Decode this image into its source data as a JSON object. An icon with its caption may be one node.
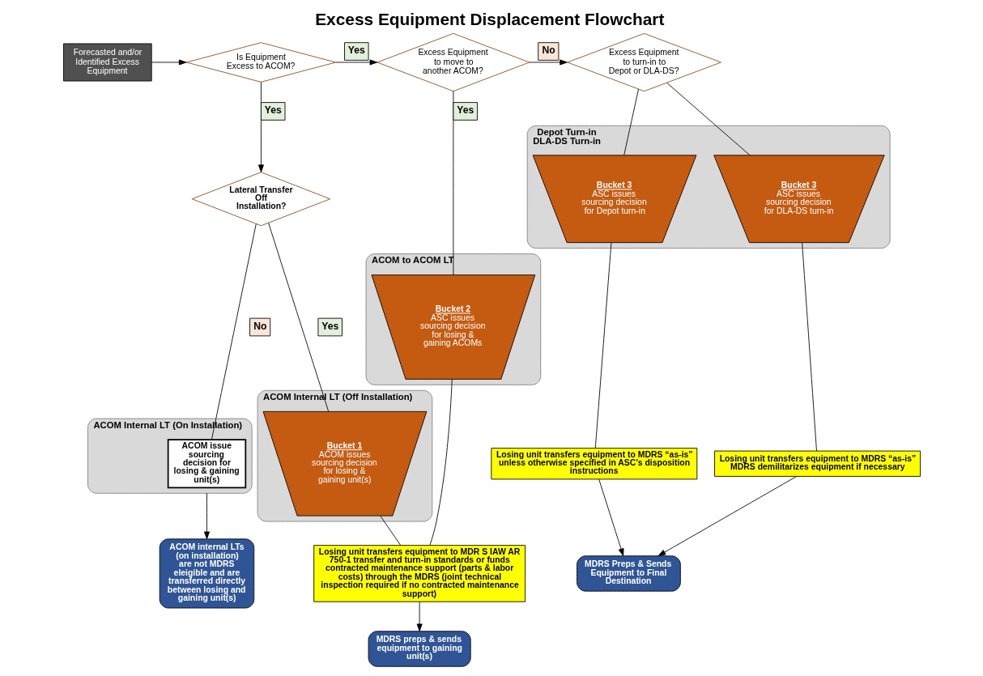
{
  "diagram": {
    "title": "Excess Equipment Displacement Flowchart",
    "nodes": [
      {
        "text": [
          "Forecasted and/or Identified Excess Equipment"
        ]
      },
      {
        "text": [
          "Is Equipment Excess to ACOM?"
        ]
      },
      {
        "text": [
          "Excess Equipment to move to another ACOM?"
        ]
      },
      {
        "text": [
          "Excess Equipment to turn-in to Depot or DLA-DS?"
        ]
      },
      {
        "text": [
          "ACOM Internal LT (On Installation)"
        ]
      },
      {
        "text": [
          "Lateral Transfer Off Installation?"
        ]
      },
      {
        "text": [
          "ACOM issue sourcing decision for losing & gaining unit(s)"
        ],
        "in": 4
      },
      {
        "text": [
          "ACOM Internal LT (Off Installation)"
        ]
      },
      {
        "text": [
          "Bucket 1",
          "ACOM issues sourcing decision for losing & gaining unit(s)"
        ],
        "in": 7
      },
      {
        "text": [
          "ACOM to ACOM LT"
        ]
      },
      {
        "text": [
          "Bucket 2",
          "ASC issues sourcing decision for losing & gaining ACOMs"
        ],
        "in": 9
      },
      {
        "text": [
          "Depot Turn-in",
          "DLA-DS Turn-in"
        ]
      },
      {
        "text": [
          "Bucket 3",
          "ASC issues sourcing decision for Depot turn-in"
        ],
        "in": 11
      },
      {
        "text": [
          "Bucket 3",
          "ASC issues sourcing decision for DLA-DS turn-in"
        ],
        "in": 11
      },
      {
        "text": [
          "Losing unit transfers equipment to MDR S IAW AR 750-1 transfer and turn-in standards or funds contracted maintenance support (parts & labor costs) through the MDRS (joint technical inspection required if no contracted maintenance support)"
        ]
      },
      {
        "text": [
          "Losing unit transfers equipment to MDRS “as-is” unless otherwise specified in ASC’s disposition instructions"
        ]
      },
      {
        "text": [
          "Losing unit transfers equipment to MDRS “as-is” MDRS demilitarizes equipment if necessary"
        ]
      },
      {
        "text": [
          "ACOM internal LTs (on installation) are not MDRS eleigible and are transferred directly between losing and gaining unit(s)"
        ]
      },
      {
        "text": [
          "MDRS preps & sends equipment to gaining unit(s)"
        ]
      },
      {
        "text": [
          "MDRS Preps & Sends Equipment to Final Destination"
        ]
      }
    ],
    "edges": [
      {
        "from": 0,
        "to": 1,
        "arrow": "to"
      },
      {
        "from": 1,
        "to": 2,
        "arrow": "to",
        "label": "Yes"
      },
      {
        "from": 2,
        "to": 3,
        "arrow": "to",
        "label": "No"
      },
      {
        "from": 1,
        "to": 5,
        "arrow": "to",
        "label": "Yes"
      },
      {
        "from": 5,
        "to": 6,
        "arrow": "none",
        "label": "No"
      },
      {
        "from": 5,
        "to": 8,
        "arrow": "none",
        "label": "Yes"
      },
      {
        "from": 2,
        "to": 10,
        "arrow": "none",
        "label": "Yes"
      },
      {
        "from": 3,
        "to": 12,
        "arrow": "none"
      },
      {
        "from": 3,
        "to": 13,
        "arrow": "none"
      },
      {
        "from": 4,
        "to": 17,
        "arrow": "to"
      },
      {
        "from": 8,
        "to": 14,
        "arrow": "none"
      },
      {
        "from": 10,
        "to": 14,
        "arrow": "none"
      },
      {
        "from": 14,
        "to": 18,
        "arrow": "to"
      },
      {
        "from": 12,
        "to": 15,
        "arrow": "none"
      },
      {
        "from": 13,
        "to": 16,
        "arrow": "none"
      },
      {
        "from": 15,
        "to": 19,
        "arrow": "to"
      },
      {
        "from": 16,
        "to": 19,
        "arrow": "to"
      }
    ]
  }
}
